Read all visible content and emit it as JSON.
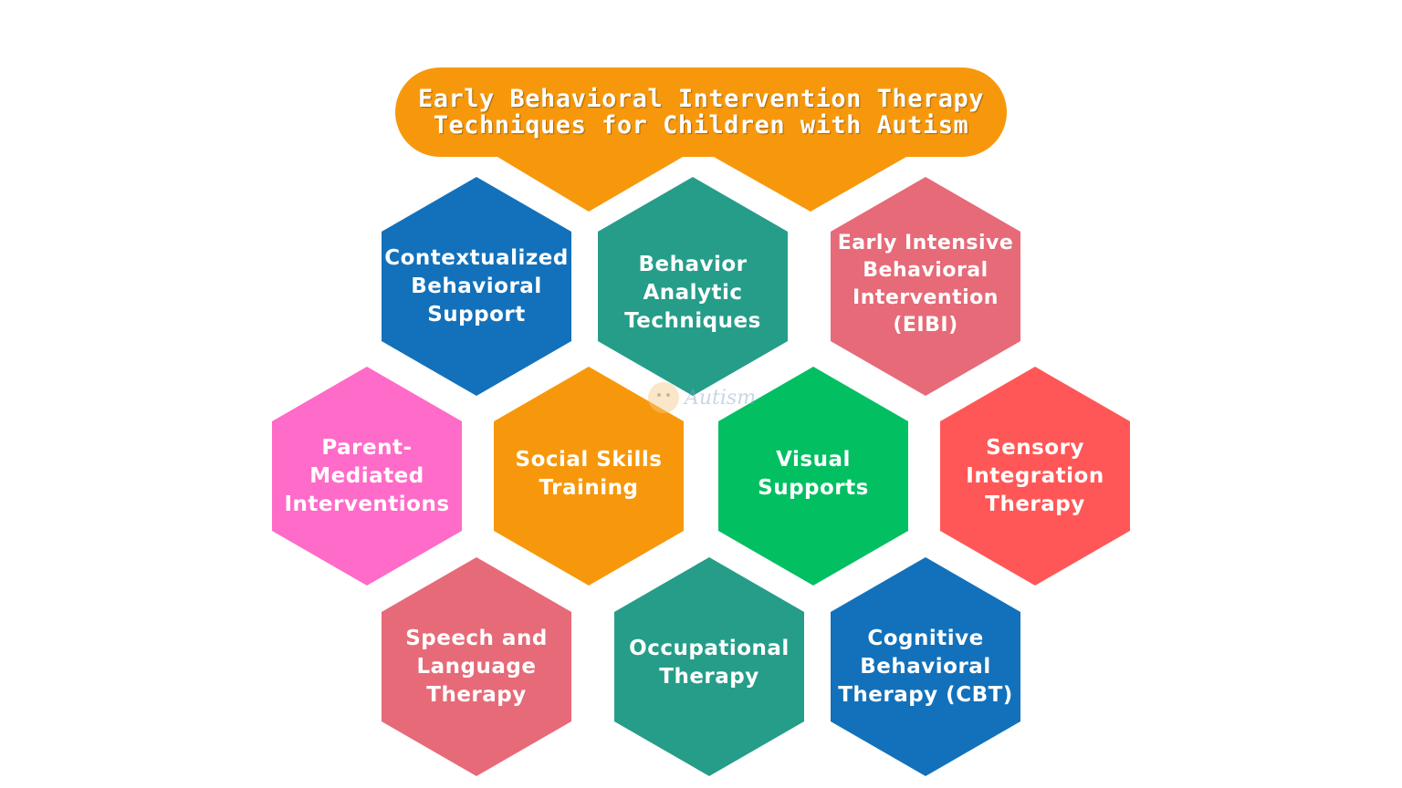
{
  "title": {
    "line1": "Early Behavioral Intervention Therapy",
    "line2": "Techniques for Children with Autism"
  },
  "colors": {
    "orange": "#F7980C",
    "blue": "#1271BA",
    "teal": "#259D89",
    "rose": "#E66A78",
    "pink": "#FF6BC8",
    "green": "#02BF62",
    "red": "#FF5757",
    "text": "#FFFFFF"
  },
  "techniques": [
    {
      "id": "contextualized",
      "lines": [
        "Contextualized",
        "Behavioral",
        "Support"
      ],
      "color": "blue"
    },
    {
      "id": "behavior-analytic",
      "lines": [
        "Behavior",
        "Analytic",
        "Techniques"
      ],
      "color": "teal"
    },
    {
      "id": "eibi",
      "lines": [
        "Early Intensive",
        "Behavioral",
        "Intervention",
        "(EIBI)"
      ],
      "color": "rose"
    },
    {
      "id": "parent-mediated",
      "lines": [
        "Parent-",
        "Mediated",
        "Interventions"
      ],
      "color": "pink"
    },
    {
      "id": "social-skills",
      "lines": [
        "Social Skills",
        "Training"
      ],
      "color": "orange"
    },
    {
      "id": "visual-supports",
      "lines": [
        "Visual",
        "Supports"
      ],
      "color": "green"
    },
    {
      "id": "sensory-integration",
      "lines": [
        "Sensory",
        "Integration",
        "Therapy"
      ],
      "color": "red"
    },
    {
      "id": "speech-language",
      "lines": [
        "Speech and",
        "Language",
        "Therapy"
      ],
      "color": "rose"
    },
    {
      "id": "occupational",
      "lines": [
        "Occupational",
        "Therapy"
      ],
      "color": "teal"
    },
    {
      "id": "cbt",
      "lines": [
        "Cognitive",
        "Behavioral",
        "Therapy (CBT)"
      ],
      "color": "blue"
    }
  ],
  "watermark": {
    "text": "Autism"
  }
}
